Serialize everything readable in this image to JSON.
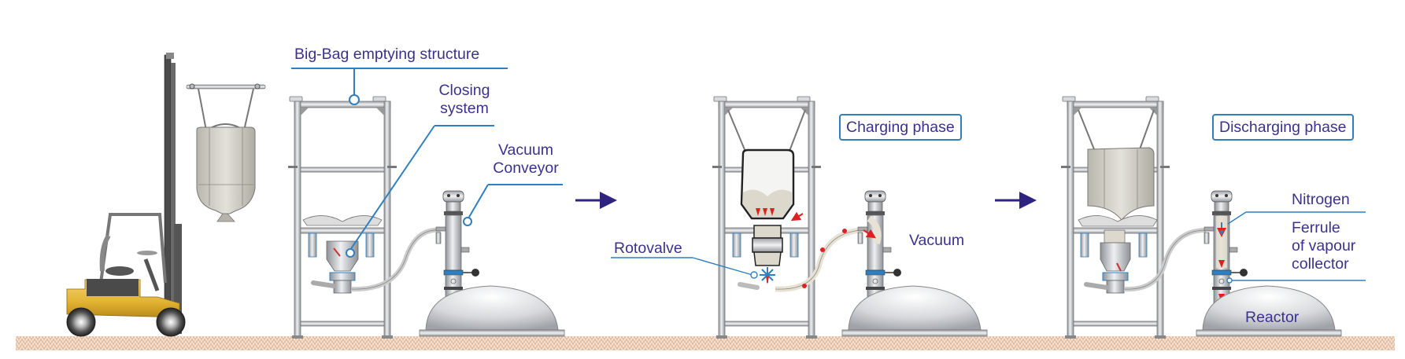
{
  "diagram": {
    "title": "Big-Bag emptying and reactor charging process",
    "colors": {
      "label_text": "#3b318f",
      "leader_line": "#2f7fc0",
      "flow_arrow": "#2e2480",
      "flow_red": "#e02020",
      "nitrogen_blue": "#2f7fc0",
      "ground": "#e9c9b0",
      "forklift_body": "#e8b838",
      "steel": "#b9bcc0"
    },
    "stages": [
      {
        "id": "setup",
        "labels": {
          "structure": "Big-Bag emptying structure",
          "closing_line1": "Closing",
          "closing_line2": "system",
          "conveyor_line1": "Vacuum",
          "conveyor_line2": "Conveyor"
        },
        "components": [
          "forklift",
          "big-bag",
          "emptying-frame",
          "closing-system",
          "vacuum-conveyor",
          "reactor-dome"
        ]
      },
      {
        "id": "charging",
        "phase_label": "Charging phase",
        "labels": {
          "rotovalve": "Rotovalve",
          "vacuum": "Vacuum"
        },
        "components": [
          "emptying-frame",
          "big-bag-open",
          "rotovalve",
          "transfer-hose",
          "vacuum-conveyor",
          "reactor-dome"
        ]
      },
      {
        "id": "discharging",
        "phase_label": "Discharging phase",
        "labels": {
          "nitrogen": "Nitrogen",
          "ferrule_line1": "Ferrule",
          "ferrule_line2": "of vapour",
          "ferrule_line3": "collector",
          "reactor": "Reactor"
        },
        "components": [
          "emptying-frame",
          "big-bag-full",
          "closing-system",
          "transfer-hose",
          "vacuum-conveyor",
          "reactor-dome"
        ]
      }
    ],
    "transitions": [
      {
        "from": "setup",
        "to": "charging",
        "icon": "arrow-right-icon"
      },
      {
        "from": "charging",
        "to": "discharging",
        "icon": "arrow-right-icon"
      }
    ]
  }
}
